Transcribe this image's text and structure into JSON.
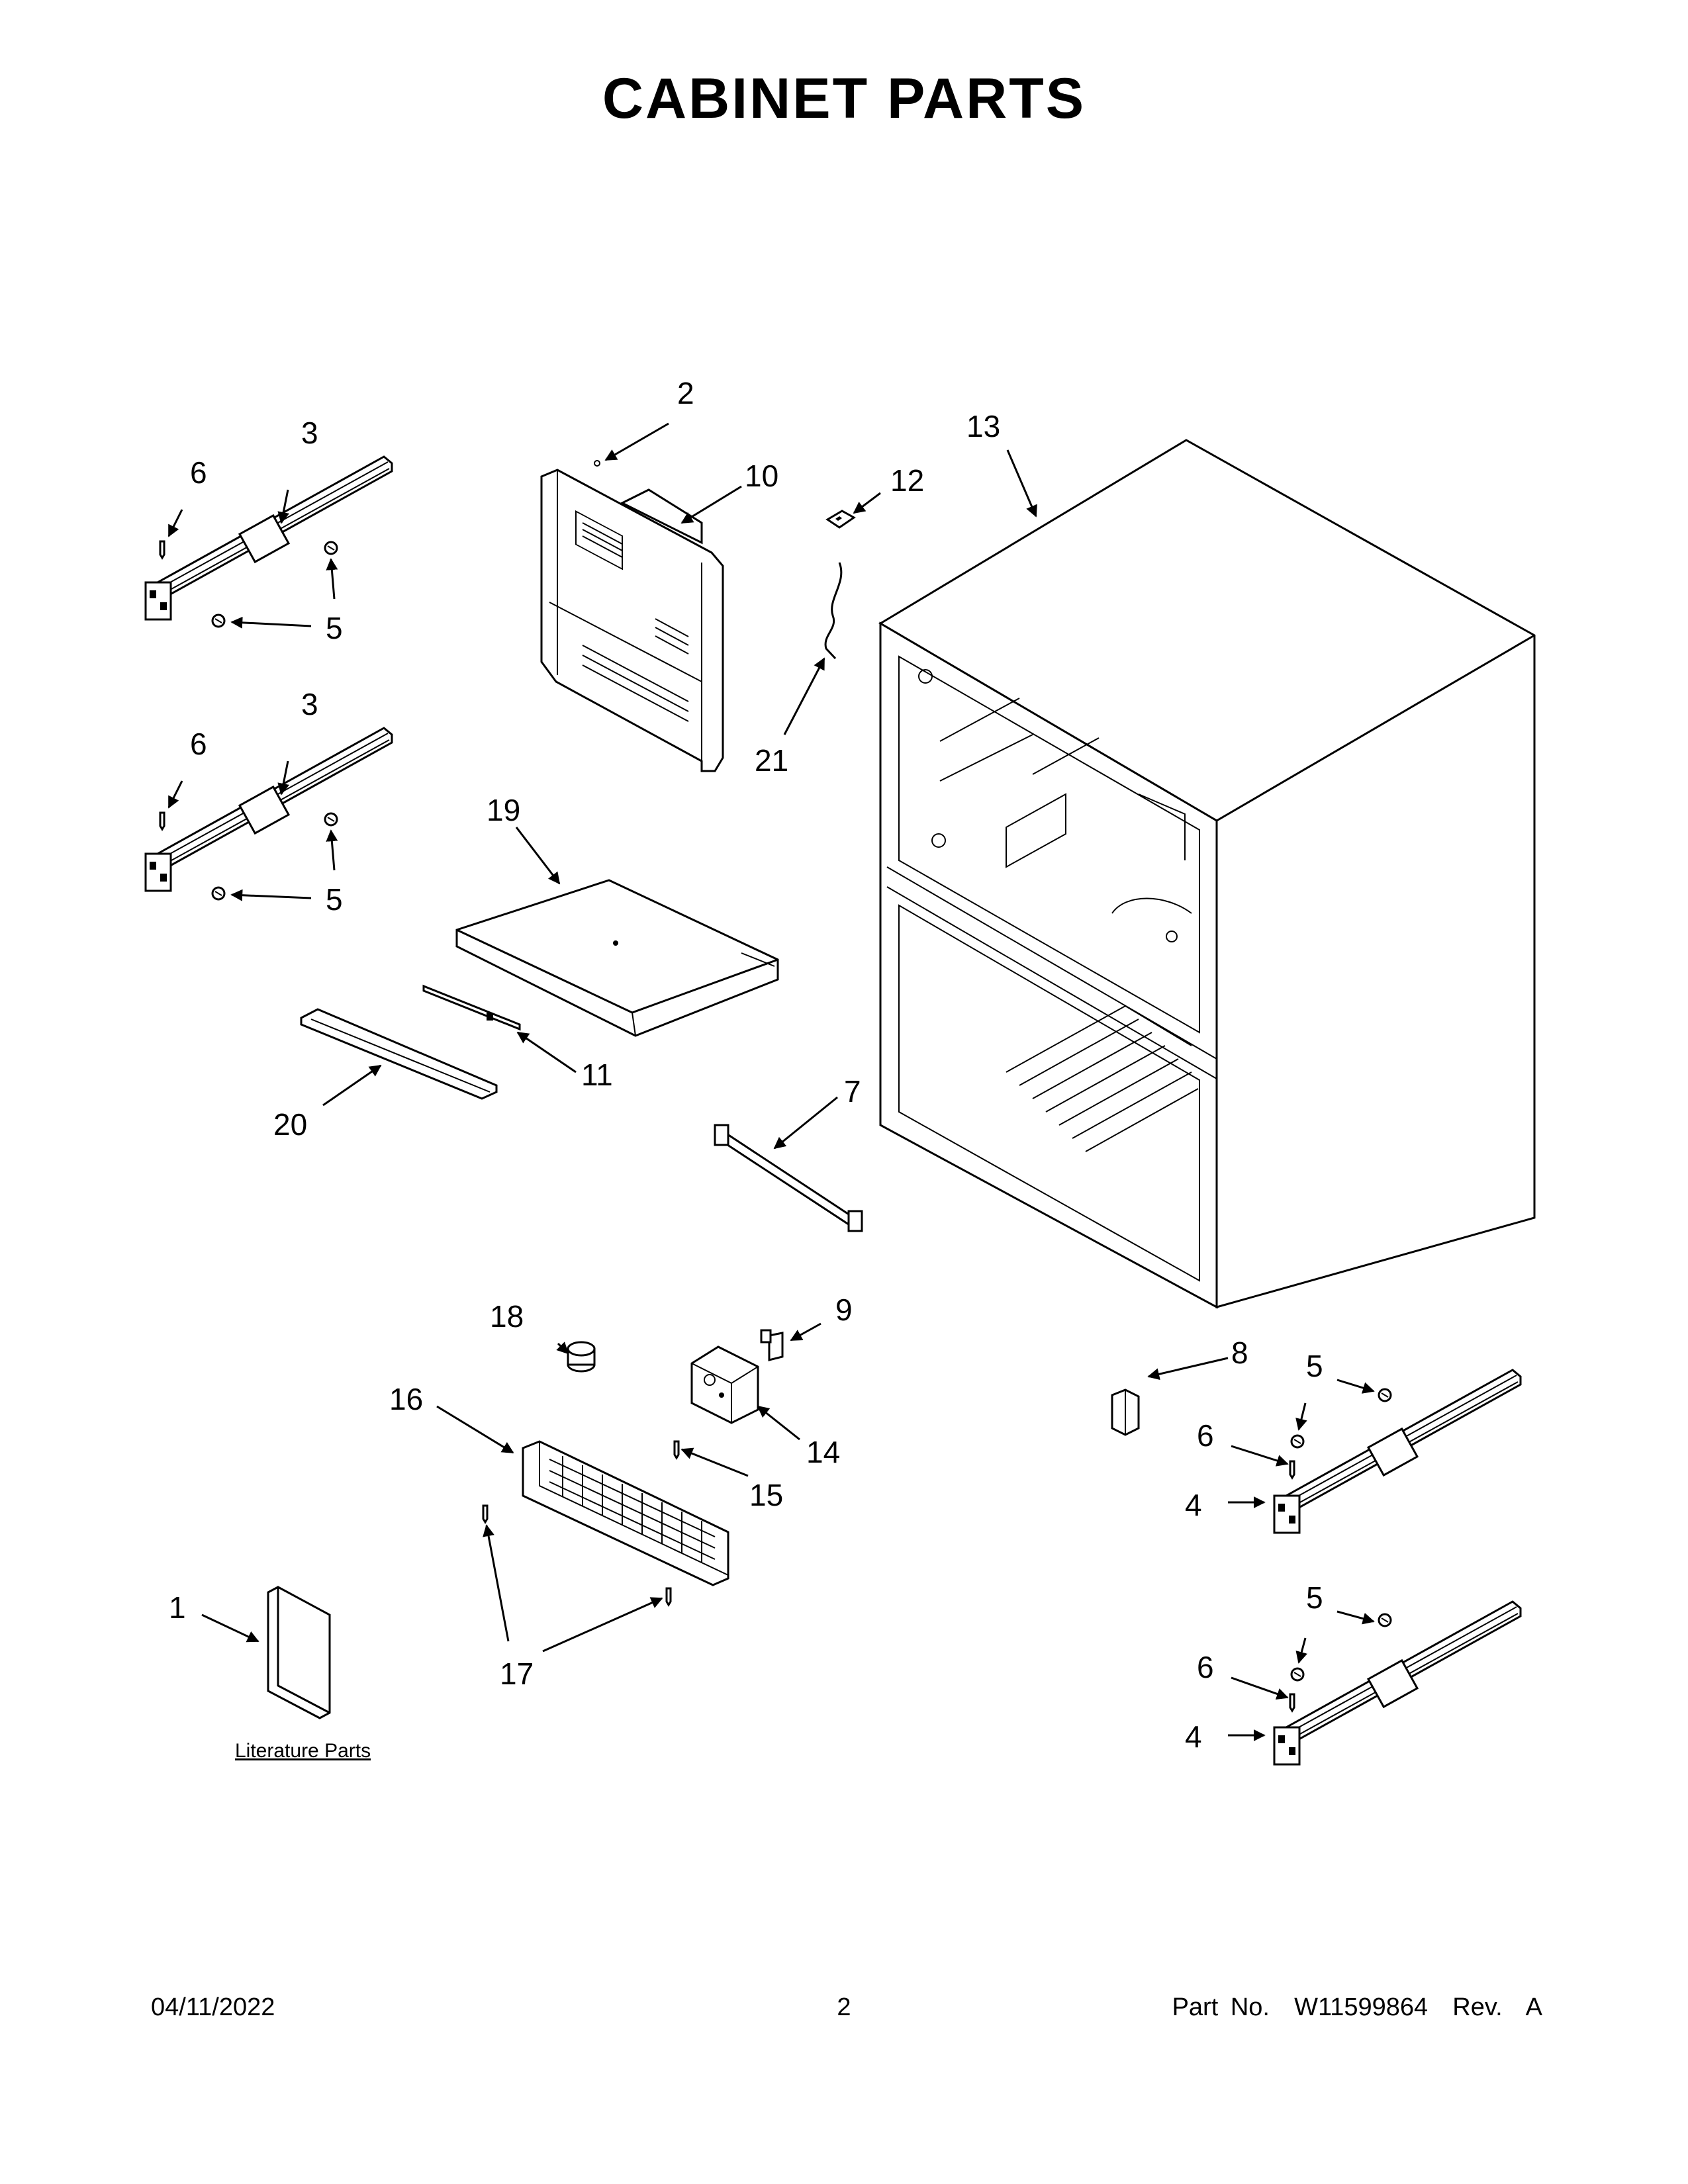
{
  "title": "CABINET PARTS",
  "callouts": {
    "c1": "1",
    "c2": "2",
    "c3": "3",
    "c4": "4",
    "c5": "5",
    "c6": "6",
    "c7": "7",
    "c8": "8",
    "c9": "9",
    "c10": "10",
    "c11": "11",
    "c12": "12",
    "c13": "13",
    "c14": "14",
    "c15": "15",
    "c16": "16",
    "c17": "17",
    "c18": "18",
    "c19": "19",
    "c20": "20",
    "c21": "21"
  },
  "literature_caption": "Literature Parts",
  "footer": {
    "date": "04/11/2022",
    "page": "2",
    "part_number": "Part No.  W11599864  Rev.  A"
  }
}
